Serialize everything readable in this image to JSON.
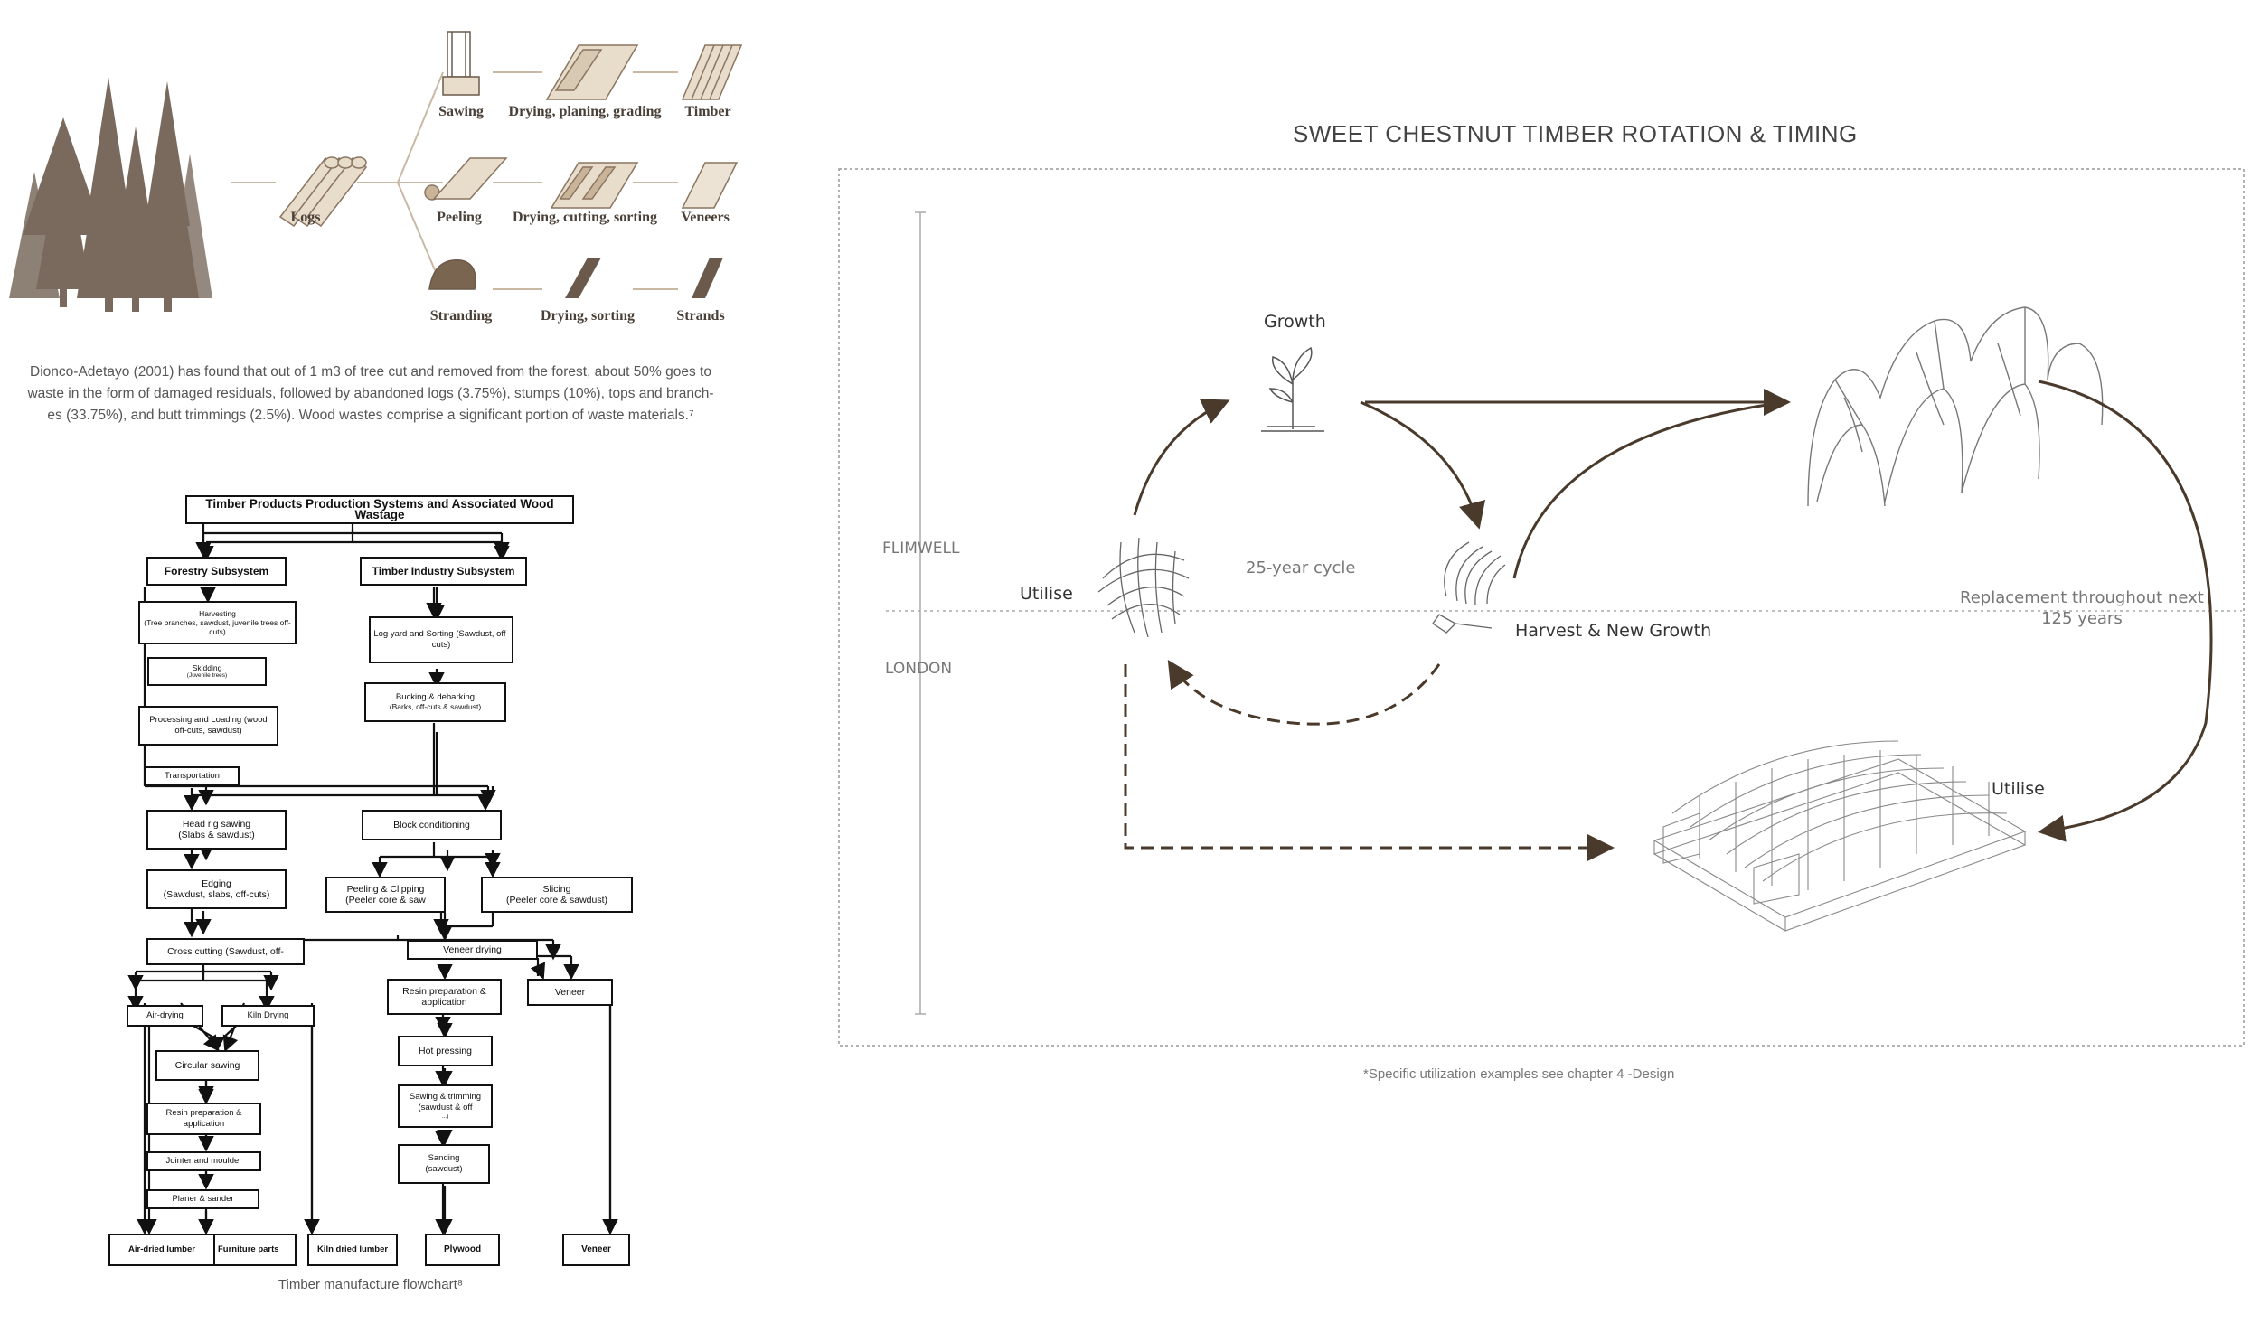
{
  "process_strip": {
    "logs": "Logs",
    "rows": [
      [
        "Sawing",
        "Drying, planing, grading",
        "Timber"
      ],
      [
        "Peeling",
        "Drying, cutting, sorting",
        "Veneers"
      ],
      [
        "Stranding",
        "Drying, sorting",
        "Strands"
      ]
    ]
  },
  "caption_text": {
    "line1": "Dionco-Adetayo (2001) has found that out of 1 m3 of tree cut and removed from the forest, about 50% goes to",
    "line2": "waste in the form of damaged residuals, followed by abandoned logs (3.75%), stumps (10%), tops and branch-",
    "line3": "es (33.75%), and butt trimmings (2.5%). Wood wastes comprise a significant portion of waste materials.⁷"
  },
  "flowchart": {
    "title": "Timber Products Production Systems and Associated Wood Wastage",
    "forestry": "Forestry Subsystem",
    "industry": "Timber Industry Subsystem",
    "harvesting": "Harvesting",
    "harvesting_sub": "(Tree branches, sawdust, juvenile trees off-cuts)",
    "skidding": "Skidding",
    "skidding_sub": "(Juvenile trees)",
    "processing": "Processing and Loading (wood off-cuts, sawdust)",
    "transportation": "Transportation",
    "logyard": "Log yard and Sorting (Sawdust, off-cuts)",
    "bucking": "Bucking & debarking",
    "bucking_sub": "(Barks, off-cuts & sawdust)",
    "headrig": "Head rig sawing",
    "headrig_sub": "(Slabs & sawdust)",
    "block": "Block conditioning",
    "edging": "Edging",
    "edging_sub": "(Sawdust, slabs, off-cuts)",
    "peeling": "Peeling & Clipping",
    "peeling_sub": "(Peeler core & saw",
    "slicing": "Slicing",
    "slicing_sub": "(Peeler core & sawdust)",
    "crosscut": "Cross cutting (Sawdust, off-",
    "veneer_drying": "Veneer drying",
    "airdrying": "Air-drying",
    "kilndrying": "Kiln Drying",
    "resin1": "Resin preparation & application",
    "veneer_mid": "Veneer",
    "circular": "Circular sawing",
    "hotpressing": "Hot pressing",
    "resin2": "Resin preparation & application",
    "sawtrim": "Sawing & trimming",
    "sawtrim_sub": "(sawdust & off",
    "sawtrim_tail": "...)",
    "jointer": "Jointer and moulder",
    "sanding": "Sanding",
    "sanding_sub": "(sawdust)",
    "planer": "Planer & sander",
    "out_air": "Air-dried lumber",
    "out_furniture": "Furniture parts",
    "out_kiln": "Kiln dried lumber",
    "out_plywood": "Plywood",
    "out_veneer": "Veneer",
    "caption": "Timber manufacture flowchart⁸"
  },
  "rotation": {
    "title": "SWEET CHESTNUT TIMBER ROTATION & TIMING",
    "flimwell": "FLIMWELL",
    "london": "LONDON",
    "growth": "Growth",
    "utilise_left": "Utilise",
    "cycle": "25-year cycle",
    "harvest": "Harvest & New Growth",
    "replacement_line1": "Replacement throughout next",
    "replacement_line2": "125 years",
    "utilise_right": "Utilise",
    "footnote": "*Specific utilization examples see chapter 4 -Design"
  },
  "colors": {
    "arrow": "#4a3a2c",
    "tree": "#6b5a4c",
    "sketch": "#8a7a6a"
  }
}
